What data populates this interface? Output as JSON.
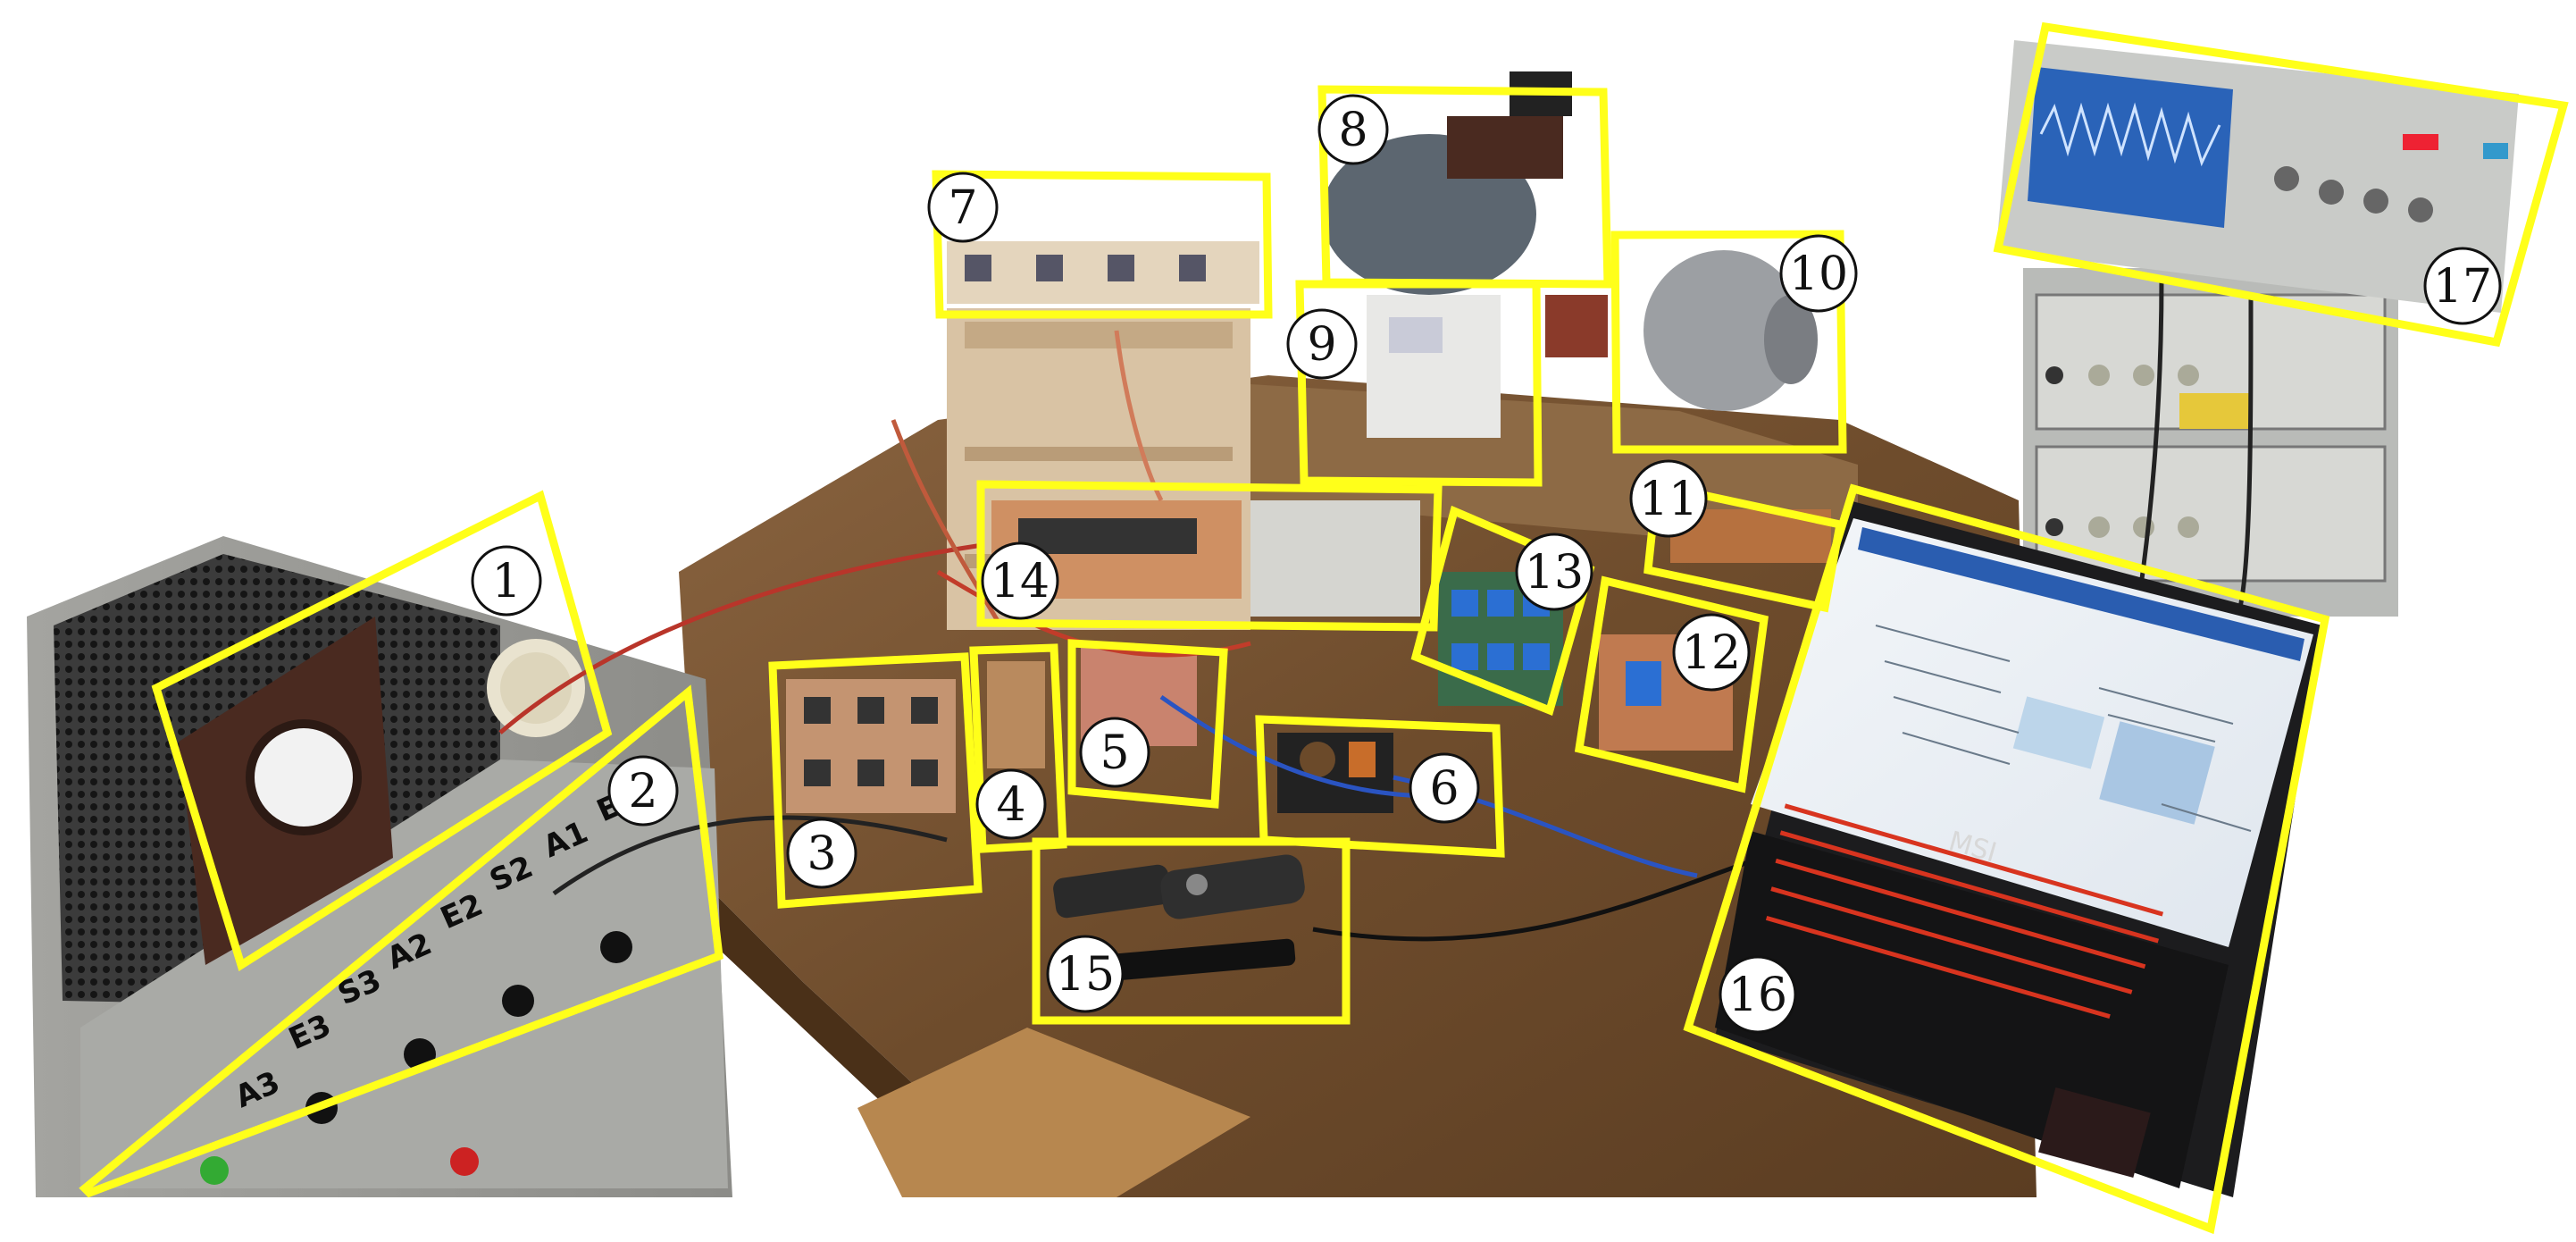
{
  "photo": {
    "panel_terminals": [
      "A3",
      "E3",
      "S3",
      "A2",
      "E2",
      "S2",
      "A1",
      "E1"
    ],
    "laptop_brand": "MSI"
  },
  "markers": [
    {
      "id": "1",
      "label": "1"
    },
    {
      "id": "2",
      "label": "2"
    },
    {
      "id": "3",
      "label": "3"
    },
    {
      "id": "4",
      "label": "4"
    },
    {
      "id": "5",
      "label": "5"
    },
    {
      "id": "6",
      "label": "6"
    },
    {
      "id": "7",
      "label": "7"
    },
    {
      "id": "8",
      "label": "8"
    },
    {
      "id": "9",
      "label": "9"
    },
    {
      "id": "10",
      "label": "10"
    },
    {
      "id": "11",
      "label": "11"
    },
    {
      "id": "12",
      "label": "12"
    },
    {
      "id": "13",
      "label": "13"
    },
    {
      "id": "14",
      "label": "14"
    },
    {
      "id": "15",
      "label": "15"
    },
    {
      "id": "16",
      "label": "16"
    },
    {
      "id": "17",
      "label": "17"
    }
  ],
  "colors": {
    "highlight": "#ffff1a",
    "table_wood": "#7a5634",
    "cabinet": "#9a9a96",
    "pcb": "#b98a5e",
    "laptop_body": "#1c1c1e",
    "keyboard_backlight": "#d8341f"
  }
}
